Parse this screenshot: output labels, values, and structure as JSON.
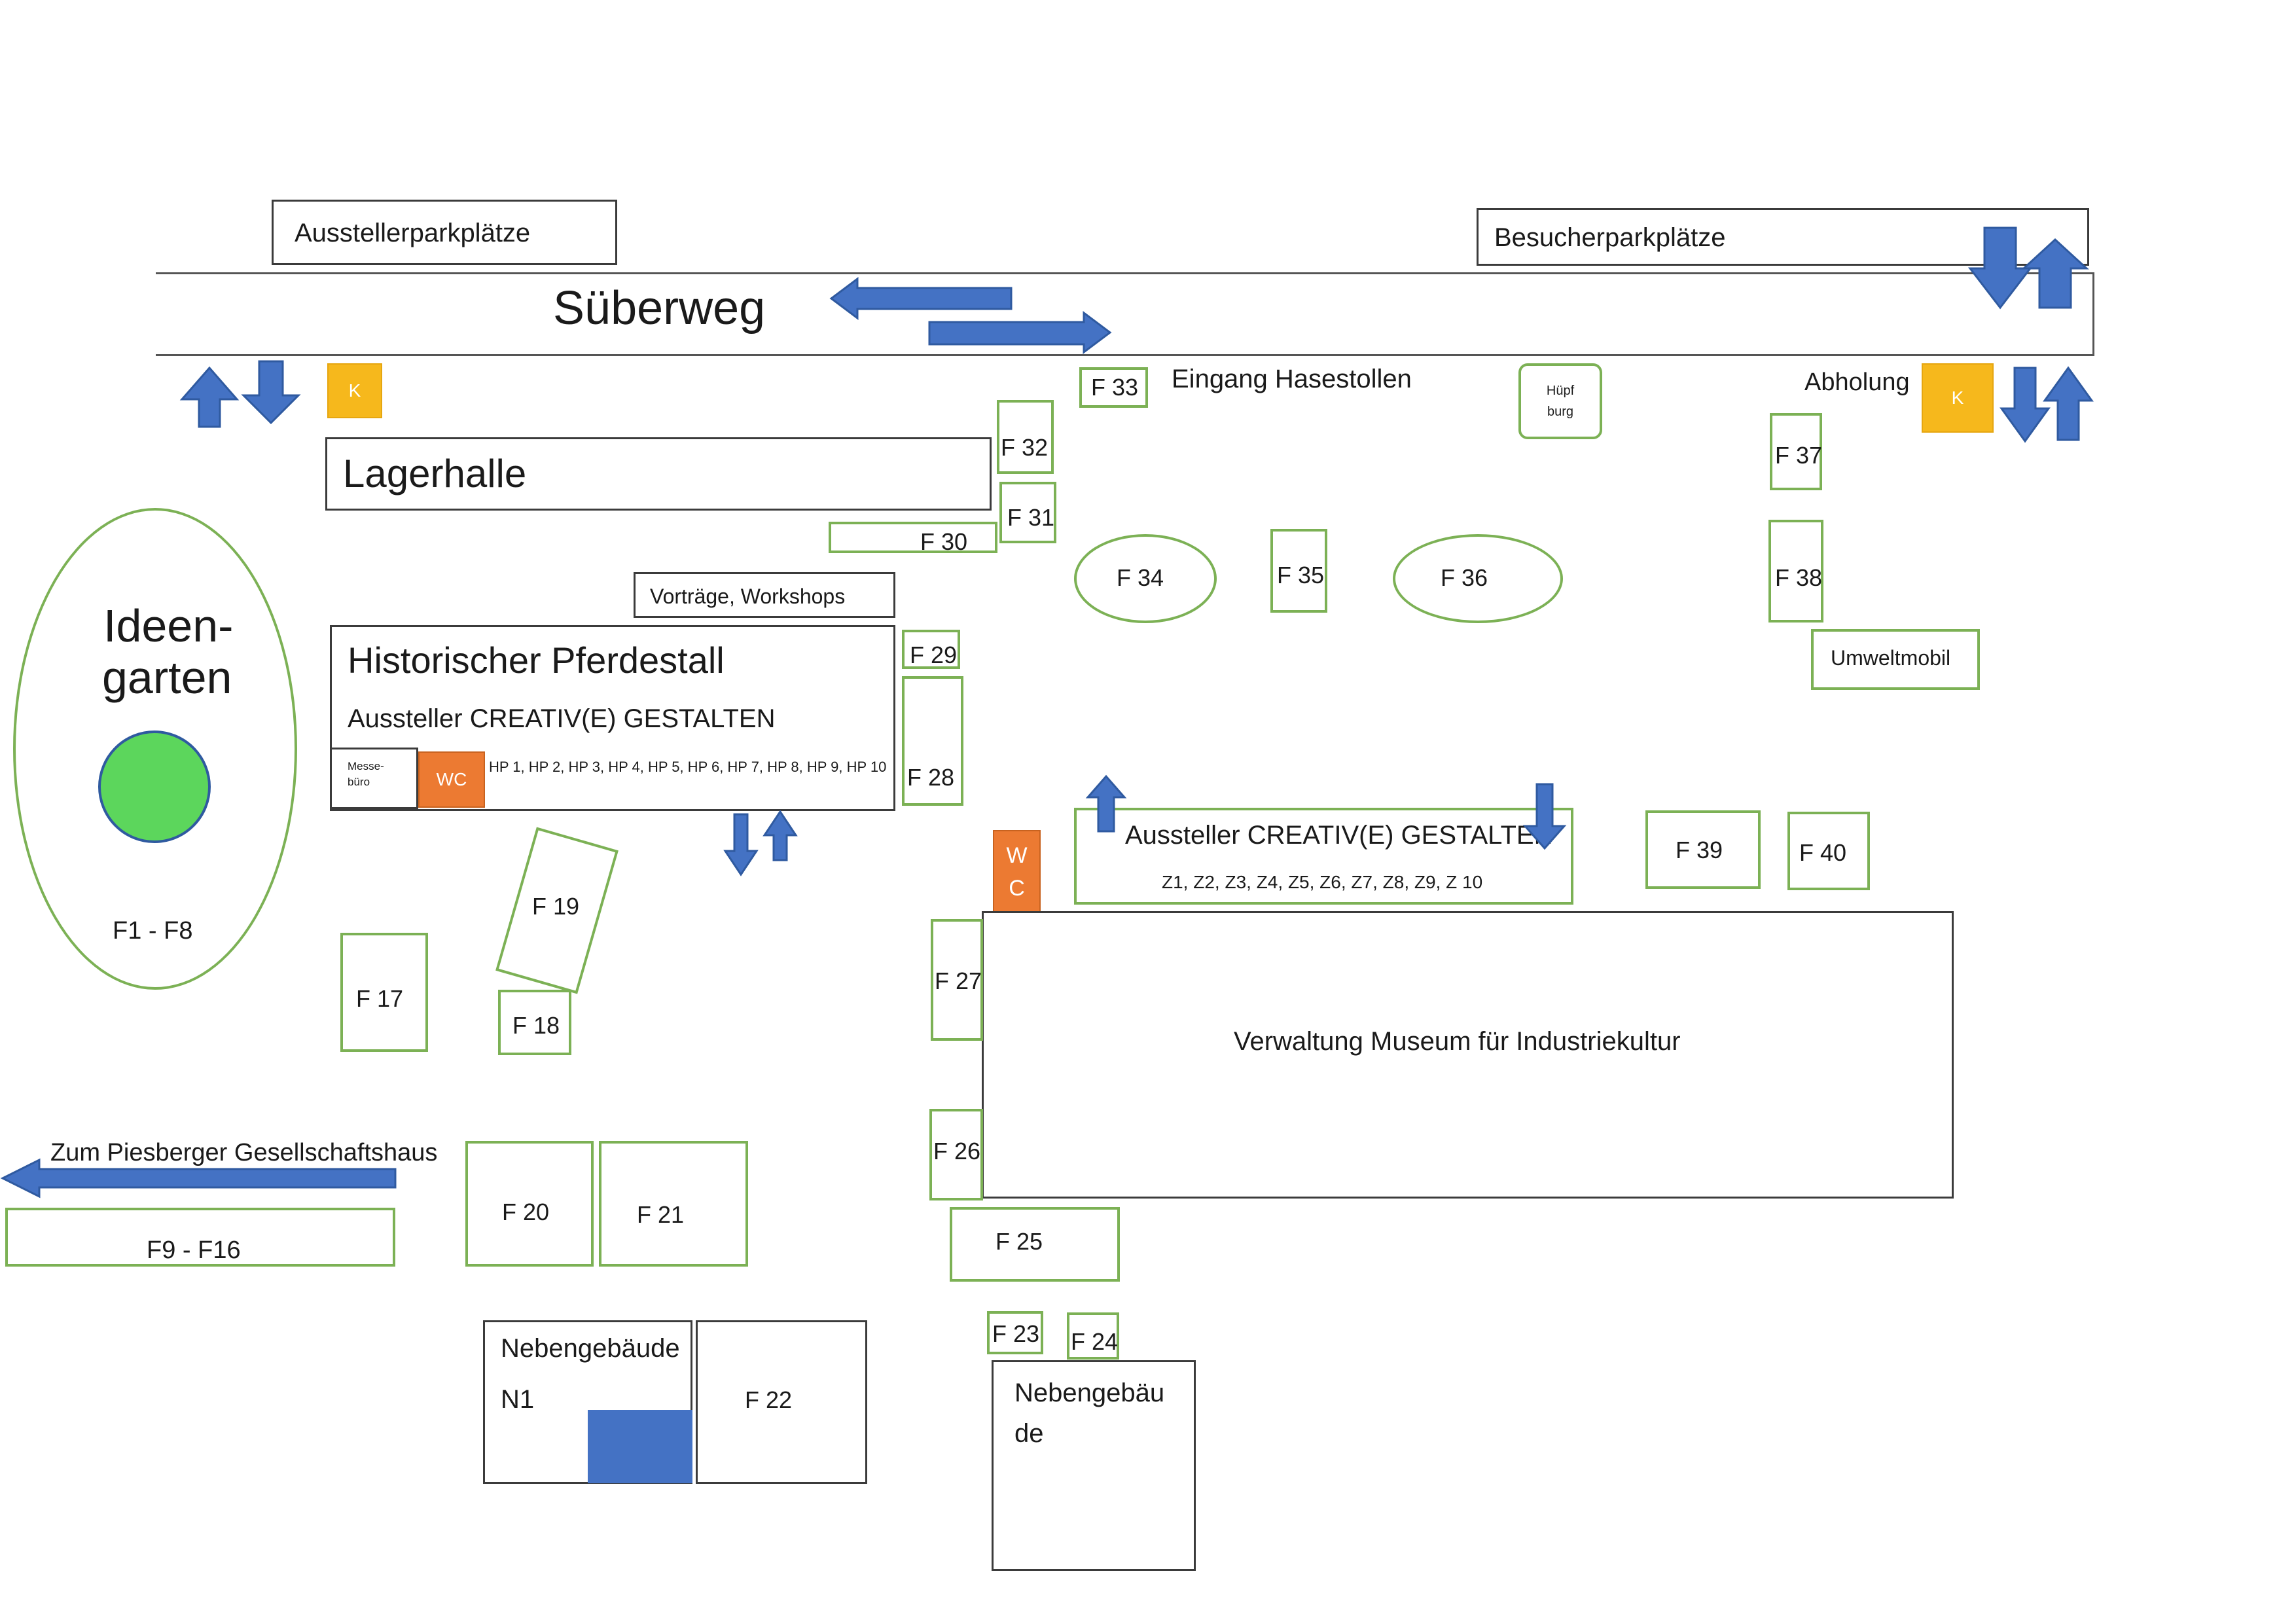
{
  "road": {
    "name": "Süberweg"
  },
  "parking": {
    "exhibitors": "Ausstellerparkplätze",
    "visitors": "Besucherparkplätze"
  },
  "kiosk_label": "K",
  "entrance": "Eingang Hasestollen",
  "huepfburg": {
    "line1": "Hüpf",
    "line2": "burg"
  },
  "pickup": "Abholung",
  "buildings": {
    "lagerhalle": "Lagerhalle",
    "lectures": "Vorträge, Workshops",
    "pferdestall": {
      "title": "Historischer Pferdestall",
      "subtitle": "Aussteller CREATIV(E) GESTALTEN",
      "office_line1": "Messe-",
      "office_line2": "büro",
      "wc": "WC",
      "stands": "HP 1, HP 2, HP 3, HP 4, HP 5, HP 6, HP 7, HP 8, HP 9, HP 10"
    },
    "creative_tent": {
      "title": "Aussteller CREATIV(E) GESTALTEN",
      "stands": "Z1, Z2, Z3, Z4, Z5, Z6, Z7, Z8, Z9, Z 10"
    },
    "wc_vertical": {
      "line1": "W",
      "line2": "C"
    },
    "museum": "Verwaltung Museum für Industriekultur",
    "umweltmobil": "Umweltmobil",
    "nebengebaeude_n1": {
      "title": "Nebengebäude",
      "code": "N1"
    },
    "nebengebaeude": {
      "line1": "Nebengebäu",
      "line2": "de"
    }
  },
  "ideengarten": {
    "line1": "Ideen-",
    "line2": "garten",
    "stands": "F1 - F8"
  },
  "gesellschaftshaus": {
    "label": "Zum Piesberger Gesellschaftshaus",
    "stands": "F9 - F16"
  },
  "stands": {
    "f17": "F 17",
    "f18": "F 18",
    "f19": "F 19",
    "f20": "F 20",
    "f21": "F 21",
    "f22": "F 22",
    "f23": "F 23",
    "f24": "F 24",
    "f25": "F 25",
    "f26": "F 26",
    "f27": "F 27",
    "f28": "F 28",
    "f29": "F 29",
    "f30": "F 30",
    "f31": "F 31",
    "f32": "F 32",
    "f33": "F 33",
    "f34": "F 34",
    "f35": "F 35",
    "f36": "F 36",
    "f37": "F 37",
    "f38": "F 38",
    "f39": "F 39",
    "f40": "F 40"
  },
  "colors": {
    "arrow": "#4472c4",
    "stand_border": "#7cb155",
    "wc": "#ec7a32",
    "kiosk": "#f6b81c",
    "garden_dot": "#5cd65c"
  }
}
